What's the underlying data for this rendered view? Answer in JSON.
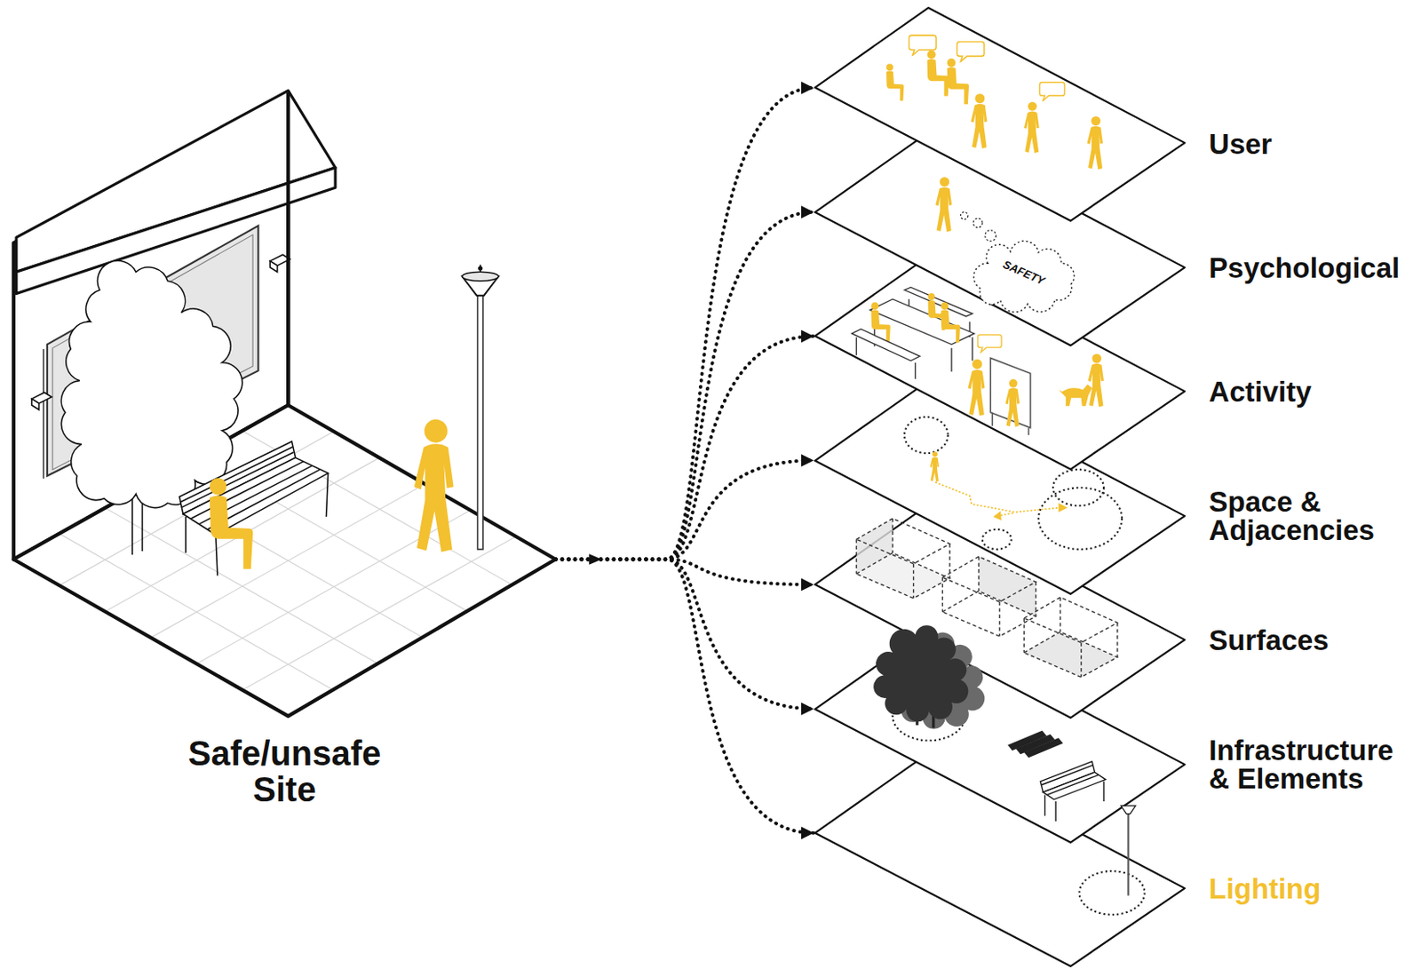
{
  "diagram": {
    "nodes": [
      {
        "text": [
          "Safe/unsafe Site"
        ]
      },
      {
        "text": [
          "User"
        ]
      },
      {
        "text": [
          "Psychological"
        ]
      },
      {
        "text": [
          "SAFETY"
        ],
        "in": 2
      },
      {
        "text": [
          "Activity"
        ]
      },
      {
        "text": [
          "Space & Adjacencies"
        ]
      },
      {
        "text": [
          "Surfaces"
        ]
      },
      {
        "text": [
          "Infrastructure & Elements"
        ]
      },
      {
        "text": [
          "Lighting"
        ]
      }
    ],
    "edges": [
      {
        "from": 0,
        "to": 1,
        "arrow": "to"
      },
      {
        "from": 0,
        "to": 2,
        "arrow": "to"
      },
      {
        "from": 0,
        "to": 4,
        "arrow": "to"
      },
      {
        "from": 0,
        "to": 5,
        "arrow": "to"
      },
      {
        "from": 0,
        "to": 6,
        "arrow": "to"
      },
      {
        "from": 0,
        "to": 7,
        "arrow": "to"
      },
      {
        "from": 0,
        "to": 8,
        "arrow": "to"
      }
    ]
  }
}
